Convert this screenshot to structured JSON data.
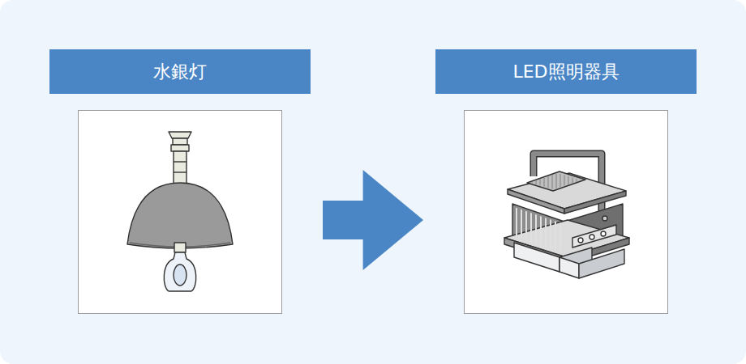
{
  "diagram": {
    "nodes": [
      {
        "text": [
          "水銀灯"
        ]
      },
      {
        "text": [
          "LED照明器具"
        ]
      }
    ],
    "edges": [
      {
        "from": 0,
        "to": 1,
        "arrow": "to"
      }
    ]
  }
}
